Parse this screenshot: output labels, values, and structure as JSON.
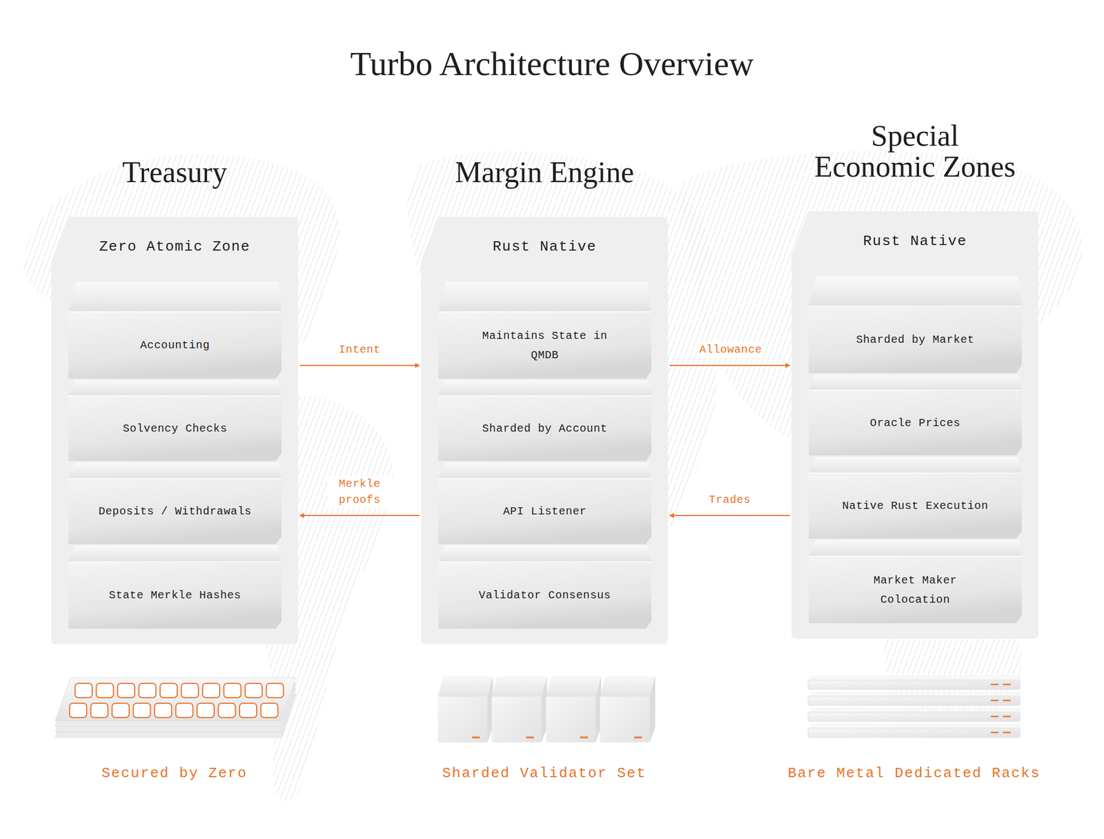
{
  "diagram": {
    "title": "Turbo Architecture Overview",
    "nodes": [
      {
        "text": [
          "Treasury",
          "Zero Atomic Zone"
        ]
      },
      {
        "text": [
          "Accounting"
        ],
        "in": 0
      },
      {
        "text": [
          "Solvency Checks"
        ],
        "in": 0
      },
      {
        "text": [
          "Deposits / Withdrawals"
        ],
        "in": 0
      },
      {
        "text": [
          "State Merkle Hashes"
        ],
        "in": 0
      },
      {
        "text": [
          "Margin Engine",
          "Rust Native"
        ]
      },
      {
        "text": [
          "Maintains State in QMDB"
        ],
        "in": 5
      },
      {
        "text": [
          "Sharded by Account"
        ],
        "in": 5
      },
      {
        "text": [
          "API Listener"
        ],
        "in": 5
      },
      {
        "text": [
          "Validator Consensus"
        ],
        "in": 5
      },
      {
        "text": [
          "Special Economic Zones",
          "Rust Native"
        ]
      },
      {
        "text": [
          "Sharded by Market"
        ],
        "in": 10
      },
      {
        "text": [
          "Oracle Prices"
        ],
        "in": 10
      },
      {
        "text": [
          "Native Rust Execution"
        ],
        "in": 10
      },
      {
        "text": [
          "Market Maker Colocation"
        ],
        "in": 10
      }
    ],
    "edges": [
      {
        "from": 0,
        "to": 5,
        "label": "Intent",
        "arrow": "to"
      },
      {
        "from": 5,
        "to": 10,
        "label": "Allowance",
        "arrow": "to"
      },
      {
        "from": 10,
        "to": 5,
        "label": "Trades",
        "arrow": "to"
      },
      {
        "from": 5,
        "to": 0,
        "label": "Merkle proofs",
        "arrow": "to"
      }
    ],
    "labels": [
      "Secured by Zero",
      "Sharded Validator Set",
      "Bare Metal Dedicated Racks"
    ]
  }
}
